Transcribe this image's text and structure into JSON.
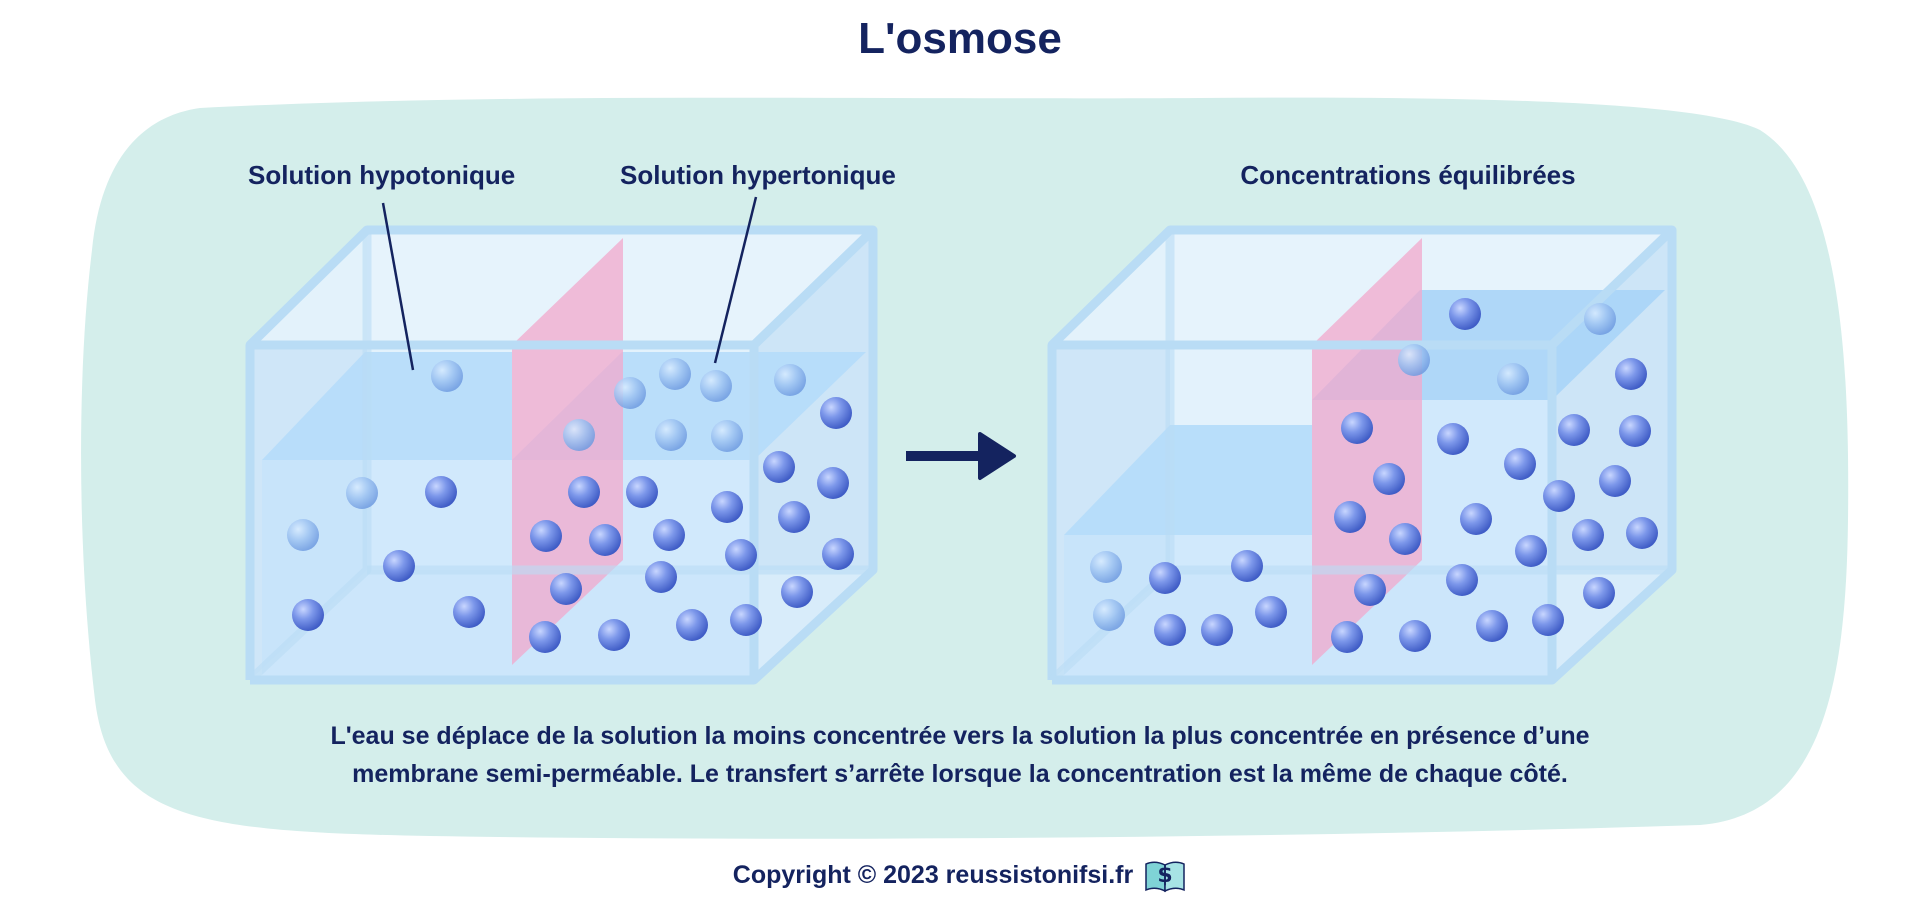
{
  "title": "L'osmose",
  "labels": {
    "hypotonic": "Solution hypotonique",
    "hypertonic": "Solution hypertonique",
    "balanced": "Concentrations équilibrées"
  },
  "caption": {
    "line1": "L'eau se déplace de la solution la moins concentrée vers la solution la plus concentrée en présence d’une",
    "line2": "membrane semi-perméable. Le transfert s’arrête lorsque la concentration est la même de chaque côté."
  },
  "footer": {
    "copyright": "Copyright © 2023 reussistonifsi.fr",
    "icon": "dollar-book-icon"
  },
  "colors": {
    "text": "#14235f",
    "blob": "#d4eeeb",
    "tank_glass": "#cfe6f7",
    "water": "#a9d6f8",
    "membrane": "#f2a8cc",
    "particle": "#5a7ae0",
    "arrow": "#14235f"
  }
}
